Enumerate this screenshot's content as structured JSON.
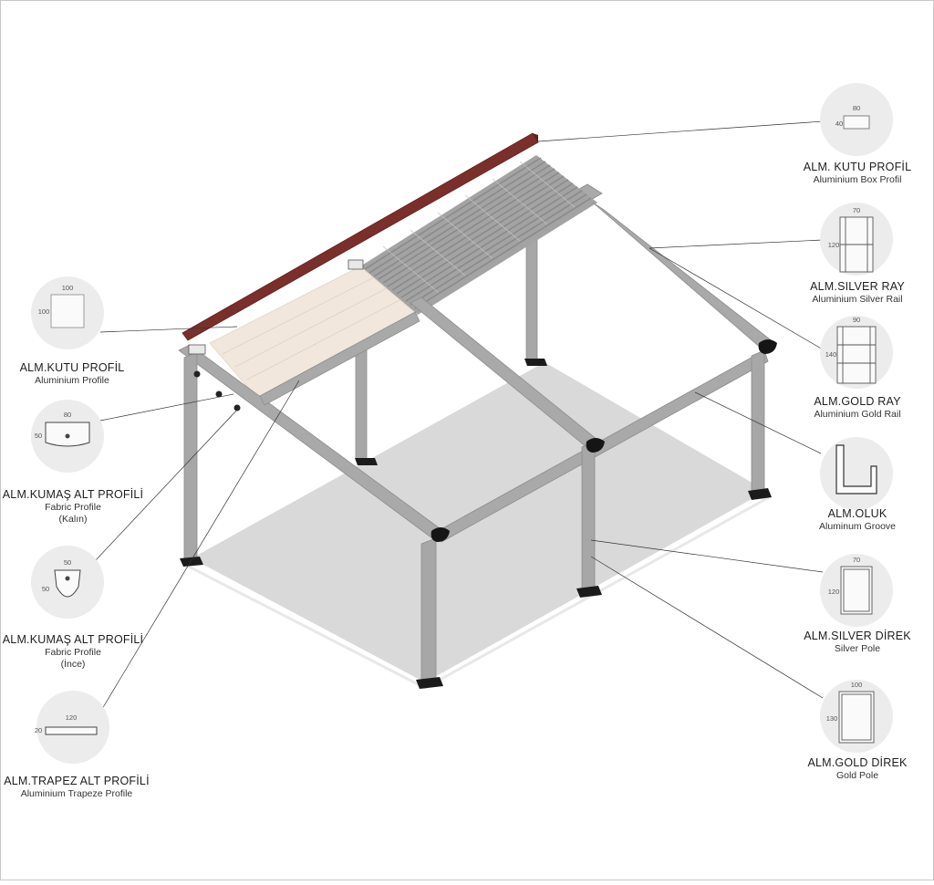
{
  "components": [
    {
      "id": "box-profile-right",
      "title": "ALM. KUTU PROFİL",
      "subtitle": "Aluminium Box Profil",
      "dims": [
        "80",
        "40"
      ]
    },
    {
      "id": "silver-rail",
      "title": "ALM.SILVER RAY",
      "subtitle": "Aluminium Silver Rail",
      "dims": [
        "70",
        "120"
      ]
    },
    {
      "id": "gold-rail",
      "title": "ALM.GOLD RAY",
      "subtitle": "Aluminium Gold Rail",
      "dims": [
        "90",
        "140"
      ]
    },
    {
      "id": "groove",
      "title": "ALM.OLUK",
      "subtitle": "Aluminum Groove",
      "dims": []
    },
    {
      "id": "silver-pole",
      "title": "ALM.SILVER DİREK",
      "subtitle": "Silver Pole",
      "dims": [
        "70",
        "120"
      ]
    },
    {
      "id": "gold-pole",
      "title": "ALM.GOLD DİREK",
      "subtitle": "Gold Pole",
      "dims": [
        "100",
        "130"
      ]
    },
    {
      "id": "box-profile-left",
      "title": "ALM.KUTU PROFİL",
      "subtitle": "Aluminium Profile",
      "dims": [
        "100",
        "100"
      ]
    },
    {
      "id": "fabric-thick",
      "title": "ALM.KUMAŞ ALT PROFİLİ",
      "subtitle": "Fabric Profile",
      "note": "(Kalın)",
      "dims": [
        "80",
        "50"
      ]
    },
    {
      "id": "fabric-thin",
      "title": "ALM.KUMAŞ ALT PROFİLİ",
      "subtitle": "Fabric Profile",
      "note": "(İnce)",
      "dims": [
        "50",
        "50"
      ]
    },
    {
      "id": "trapeze",
      "title": "ALM.TRAPEZ ALT PROFİLİ",
      "subtitle": "Aluminium Trapeze Profile",
      "dims": [
        "120",
        "20"
      ]
    }
  ],
  "colors": {
    "frame": "#a7a7a7",
    "frame_dark": "#8a8a8a",
    "floor": "#d6d6d6",
    "roof_sheet": "#9d9d9d",
    "fabric": "#f1e6dc",
    "ridge": "#7b2f2b",
    "circle": "#ececec",
    "leader": "#333333"
  }
}
